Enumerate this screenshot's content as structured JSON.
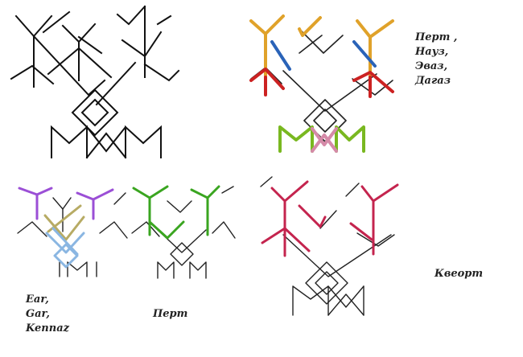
{
  "labels": {
    "top_right": [
      "Перт ,",
      "Науз,",
      "Эваз,",
      "Дагаз"
    ],
    "bottom_left": [
      "Ear,",
      "Gar,",
      "Kennaz"
    ],
    "bottom_middle": "Перт",
    "bottom_right": "Квеорт"
  },
  "colors": {
    "base_stroke": "#111111",
    "pert_yellow": "#e0a22a",
    "nauz_red": "#cc2222",
    "evaz_blue": "#2a63b8",
    "dagaz_green": "#79b820",
    "dagaz_pink": "#d58aa8",
    "ear_purple": "#9b4fd6",
    "gar_khaki": "#b7ab64",
    "kennaz_lightblue": "#8ab6e2",
    "pert_green": "#3aa520",
    "kveort_red": "#c4244e"
  }
}
